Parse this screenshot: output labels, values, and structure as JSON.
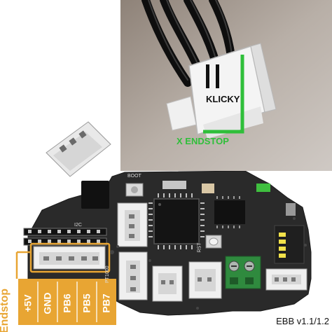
{
  "endstop": {
    "title": "Endstop",
    "pins": [
      "+5V",
      "GND",
      "PB6",
      "PB5",
      "PB7"
    ]
  },
  "board": {
    "version": "EBB v1.1/1.2",
    "silkscreen": [
      "BOOT",
      "I2C",
      "RST",
      "PT1000"
    ]
  },
  "photo": {
    "klicky_label": "KLICKY",
    "x_endstop_label": "X ENDSTOP"
  },
  "colors": {
    "orange": "#E8A533",
    "pcb": "#2a2a2a",
    "green_highlight": "#2fbf3a",
    "connector_white": "#f4f4f4"
  }
}
